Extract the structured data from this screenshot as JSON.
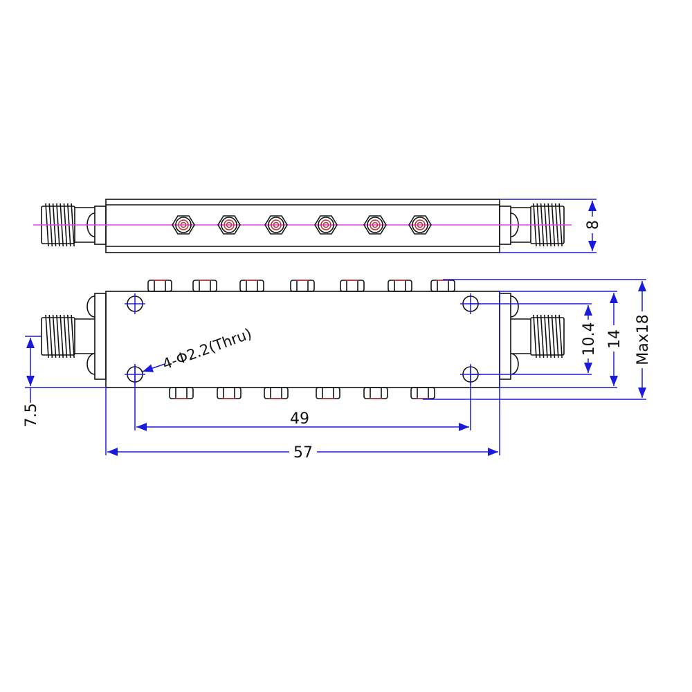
{
  "title": "Bandpass cavity filter outline drawing",
  "dimensions": {
    "height_top": "8",
    "connector_offset": "7.5",
    "hole_spacing_x": "49",
    "body_length": "57",
    "hole_spacing_y": "10.4",
    "body_width": "14",
    "max_width": "Max18"
  },
  "hole_note": "4-Φ2.2(Thru)",
  "colors": {
    "outline": "#111111",
    "dimension": "#1a1adc",
    "centerline": "#e040e0",
    "screw": "#c03030"
  }
}
